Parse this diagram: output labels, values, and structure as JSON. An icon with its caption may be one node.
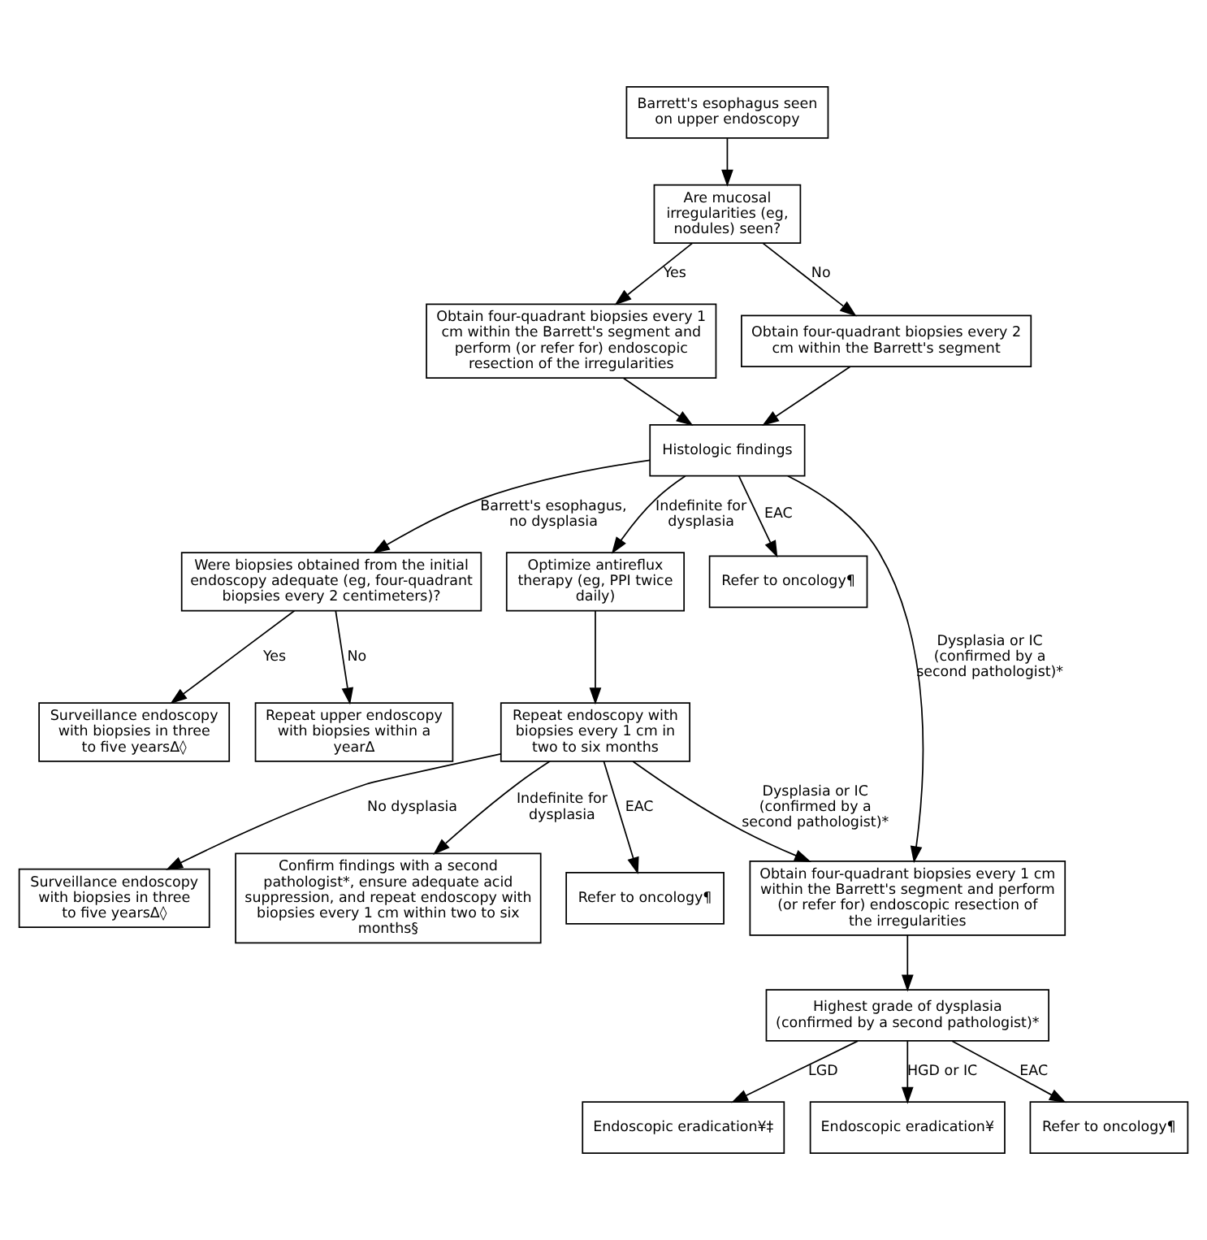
{
  "diagram": {
    "nodes": [
      {
        "text": [
          "Barrett's esophagus seen on upper endoscopy"
        ]
      },
      {
        "text": [
          "Are mucosal irregularities (eg, nodules) seen?"
        ]
      },
      {
        "text": [
          "Obtain four-quadrant biopsies every 1 cm within the Barrett's segment and perform (or refer for) endoscopic resection of the irregularities"
        ]
      },
      {
        "text": [
          "Obtain four-quadrant biopsies every 2 cm within the Barrett's segment"
        ]
      },
      {
        "text": [
          "Histologic findings"
        ]
      },
      {
        "text": [
          "Were biopsies obtained from the initial endoscopy adequate (eg, four-quadrant biopsies every 2 centimeters)?"
        ]
      },
      {
        "text": [
          "Optimize antireflux therapy (eg, PPI twice daily)"
        ]
      },
      {
        "text": [
          "Refer to oncology¶"
        ]
      },
      {
        "text": [
          "Surveillance endoscopy with biopsies in three to five yearsΔ◊"
        ]
      },
      {
        "text": [
          "Repeat upper endoscopy with biopsies within a yearΔ"
        ]
      },
      {
        "text": [
          "Repeat endoscopy with biopsies every 1 cm in two to six months"
        ]
      },
      {
        "text": [
          "Surveillance endoscopy with biopsies in three to five yearsΔ◊"
        ]
      },
      {
        "text": [
          "Confirm findings with a second pathologist*, ensure adequate acid suppression, and repeat endoscopy with biopsies every 1 cm within two to six months§"
        ]
      },
      {
        "text": [
          "Refer to oncology¶"
        ]
      },
      {
        "text": [
          "Obtain four-quadrant biopsies every 1 cm within the Barrett's segment and perform (or refer for) endoscopic resection of the irregularities"
        ]
      },
      {
        "text": [
          "Highest grade of dysplasia (confirmed by a second pathologist)*"
        ]
      },
      {
        "text": [
          "Endoscopic eradication¥‡"
        ]
      },
      {
        "text": [
          "Endoscopic eradication¥"
        ]
      },
      {
        "text": [
          "Refer to oncology¶"
        ]
      }
    ],
    "edges": [
      {
        "from": 0,
        "to": 1,
        "arrow": "to"
      },
      {
        "from": 1,
        "to": 2,
        "arrow": "to",
        "label": "Yes"
      },
      {
        "from": 1,
        "to": 3,
        "arrow": "to",
        "label": "No"
      },
      {
        "from": 2,
        "to": 4,
        "arrow": "to"
      },
      {
        "from": 3,
        "to": 4,
        "arrow": "to"
      },
      {
        "from": 4,
        "to": 5,
        "arrow": "to",
        "label": "Barrett's esophagus, no dysplasia"
      },
      {
        "from": 4,
        "to": 6,
        "arrow": "to",
        "label": "Indefinite for dysplasia"
      },
      {
        "from": 4,
        "to": 7,
        "arrow": "to",
        "label": "EAC"
      },
      {
        "from": 4,
        "to": 14,
        "arrow": "to",
        "label": "Dysplasia or IC (confirmed by a second pathologist)*"
      },
      {
        "from": 5,
        "to": 8,
        "arrow": "to",
        "label": "Yes"
      },
      {
        "from": 5,
        "to": 9,
        "arrow": "to",
        "label": "No"
      },
      {
        "from": 6,
        "to": 10,
        "arrow": "to"
      },
      {
        "from": 10,
        "to": 11,
        "arrow": "to",
        "label": "No dysplasia"
      },
      {
        "from": 10,
        "to": 12,
        "arrow": "to",
        "label": "Indefinite for dysplasia"
      },
      {
        "from": 10,
        "to": 13,
        "arrow": "to",
        "label": "EAC"
      },
      {
        "from": 10,
        "to": 14,
        "arrow": "to",
        "label": "Dysplasia or IC (confirmed by a second pathologist)*"
      },
      {
        "from": 14,
        "to": 15,
        "arrow": "to"
      },
      {
        "from": 15,
        "to": 16,
        "arrow": "to",
        "label": "LGD"
      },
      {
        "from": 15,
        "to": 17,
        "arrow": "to",
        "label": "HGD or IC"
      },
      {
        "from": 15,
        "to": 18,
        "arrow": "to",
        "label": "EAC"
      }
    ]
  }
}
